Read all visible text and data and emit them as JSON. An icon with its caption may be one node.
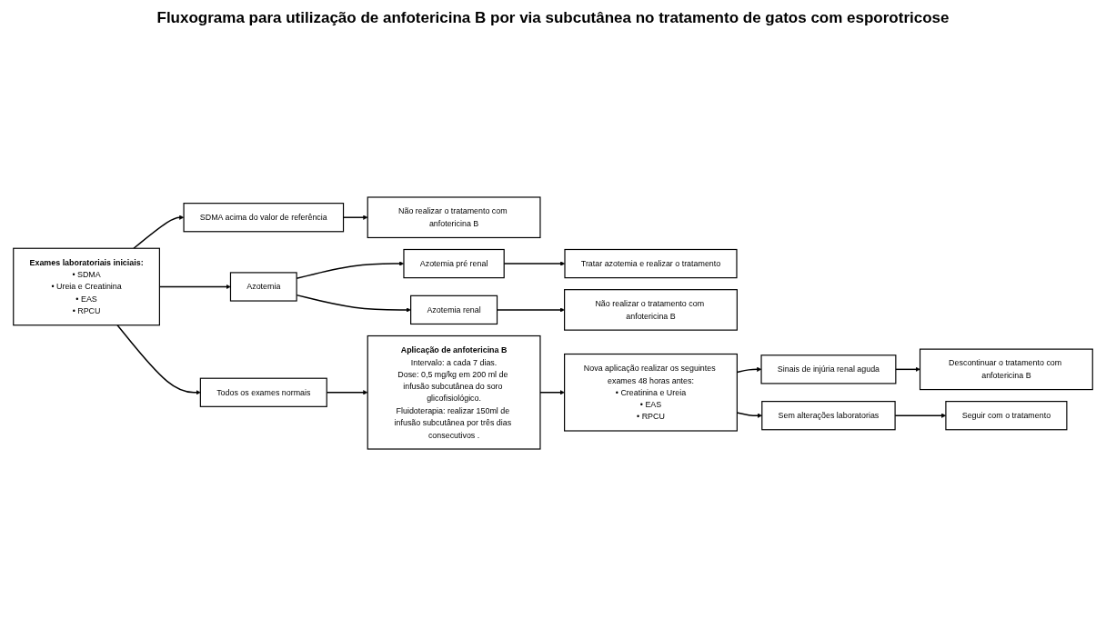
{
  "diagram": {
    "title": "Fluxograma para utilização de anfotericina B por via subcutânea no tratamento de gatos com esporotricose",
    "nodes": [
      {
        "text": [
          "Exames laboratoriais iniciais:",
          "• SDMA",
          "• Ureia e Creatinina",
          "• EAS",
          "• RPCU"
        ]
      },
      {
        "text": [
          "SDMA acima do valor de referência"
        ]
      },
      {
        "text": [
          "Não realizar o tratamento com anfotericina B"
        ]
      },
      {
        "text": [
          "Azotemia"
        ]
      },
      {
        "text": [
          "Azotemia pré renal"
        ]
      },
      {
        "text": [
          "Tratar azotemia e realizar o tratamento"
        ]
      },
      {
        "text": [
          "Azotemia renal"
        ]
      },
      {
        "text": [
          "Não realizar o tratamento com anfotericina B"
        ]
      },
      {
        "text": [
          "Todos os exames normais"
        ]
      },
      {
        "text": [
          "Aplicação de anfotericina B",
          "Intervalo: a cada 7 dias.",
          "Dose: 0,5 mg/kg em 200 ml de infusão subcutânea do soro glicofisiológico.",
          "Fluidoterapia: realizar 150ml de infusão subcutânea por três dias consecutivos ."
        ]
      },
      {
        "text": [
          "Nova aplicação realizar os seguintes exames 48 horas antes:",
          "• Creatinina e Ureia",
          "• EAS",
          "• RPCU"
        ]
      },
      {
        "text": [
          "Sinais de injúria renal aguda"
        ]
      },
      {
        "text": [
          "Descontinuar o tratamento com anfotericina B"
        ]
      },
      {
        "text": [
          "Sem alterações laboratorias"
        ]
      },
      {
        "text": [
          "Seguir com o tratamento"
        ]
      }
    ],
    "edges": [
      {
        "from": 0,
        "to": 1,
        "arrow": "to"
      },
      {
        "from": 1,
        "to": 2,
        "arrow": "to"
      },
      {
        "from": 0,
        "to": 3,
        "arrow": "to"
      },
      {
        "from": 3,
        "to": 4,
        "arrow": "to"
      },
      {
        "from": 4,
        "to": 5,
        "arrow": "to"
      },
      {
        "from": 3,
        "to": 6,
        "arrow": "to"
      },
      {
        "from": 6,
        "to": 7,
        "arrow": "to"
      },
      {
        "from": 0,
        "to": 8,
        "arrow": "to"
      },
      {
        "from": 8,
        "to": 9,
        "arrow": "to"
      },
      {
        "from": 9,
        "to": 10,
        "arrow": "to"
      },
      {
        "from": 10,
        "to": 11,
        "arrow": "to"
      },
      {
        "from": 11,
        "to": 12,
        "arrow": "to"
      },
      {
        "from": 10,
        "to": 13,
        "arrow": "to"
      },
      {
        "from": 13,
        "to": 14,
        "arrow": "to"
      }
    ]
  }
}
